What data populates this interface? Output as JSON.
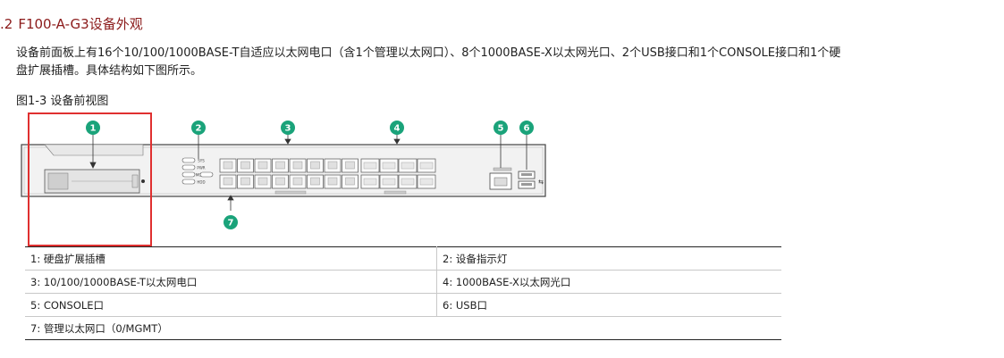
{
  "heading": {
    "number": ".2",
    "title": "F100-A-G3设备外观"
  },
  "paragraph": "设备前面板上有16个10/100/1000BASE-T自适应以太网电口（含1个管理以太网口）、8个1000BASE-X以太网光口、2个USB接口和1个CONSOLE接口和1个硬盘扩展插槽。具体结构如下图所示。",
  "figure": {
    "caption": "图1-3 设备前视图",
    "callouts": [
      "1",
      "2",
      "3",
      "4",
      "5",
      "6",
      "7"
    ],
    "led_labels": [
      "SYS",
      "PWR",
      "MGMT",
      "HDD"
    ],
    "colors": {
      "callout": "#1aa37a",
      "highlight": "#e03030",
      "chassis": "#f2f2f2"
    }
  },
  "legend": {
    "rows": [
      [
        "1: 硬盘扩展插槽",
        "2: 设备指示灯"
      ],
      [
        "3: 10/100/1000BASE-T以太网电口",
        "4: 1000BASE-X以太网光口"
      ],
      [
        "5: CONSOLE口",
        "6: USB口"
      ],
      [
        "7: 管理以太网口（0/MGMT）"
      ]
    ]
  }
}
